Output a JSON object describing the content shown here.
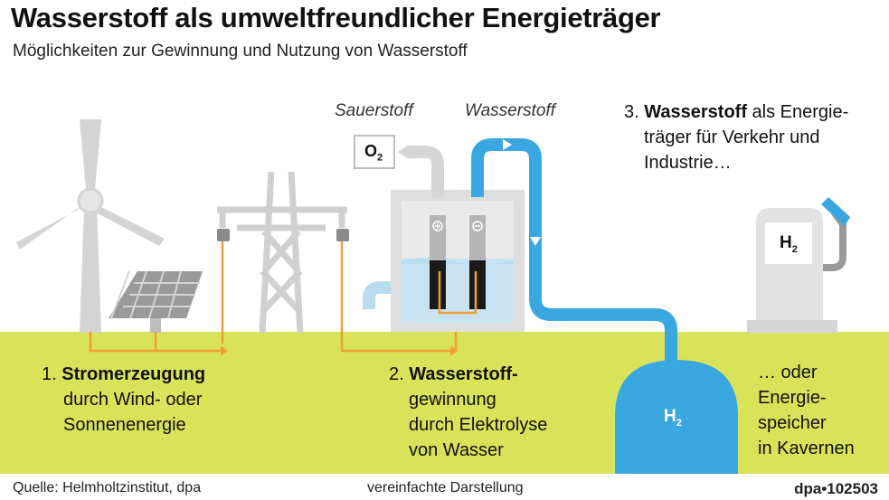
{
  "title": "Wasserstoff als umweltfreundlicher Energieträger",
  "subtitle": "Möglichkeiten zur Gewinnung und Nutzung von Wasserstoff",
  "labels": {
    "oxygen": "Sauerstoff",
    "hydrogen": "Wasserstoff",
    "o2_symbol": "O",
    "o2_sub": "2",
    "h2_symbol": "H",
    "h2_sub": "2"
  },
  "steps": {
    "one_num": "1.",
    "one_bold": "Stromerzeugung",
    "one_line2": "durch Wind- oder",
    "one_line3": "Sonnenenergie",
    "two_num": "2.",
    "two_bold": "Wasserstoff-",
    "two_line2": "gewinnung",
    "two_line3": "durch Elektrolyse",
    "two_line4": "von Wasser",
    "three_num": "3.",
    "three_bold": "Wasserstoff",
    "three_rest1": " als Energie-",
    "three_line2": "träger für Verkehr und",
    "three_line3": "Industrie…",
    "storage_line1": "… oder",
    "storage_line2": "Energie-",
    "storage_line3": "speicher",
    "storage_line4": "in Kavernen"
  },
  "footer": {
    "source": "Quelle: Helmholtzinstitut, dpa",
    "note": "vereinfachte Darstellung",
    "credit": "dpa•102503"
  },
  "colors": {
    "ground": "#d9e35a",
    "water_blue": "#3aa7e0",
    "light_blue": "#b9dcef",
    "grey": "#c8c8c8",
    "dark_grey": "#8a8a8a",
    "orange": "#f0a030",
    "black": "#1a1a1a"
  }
}
